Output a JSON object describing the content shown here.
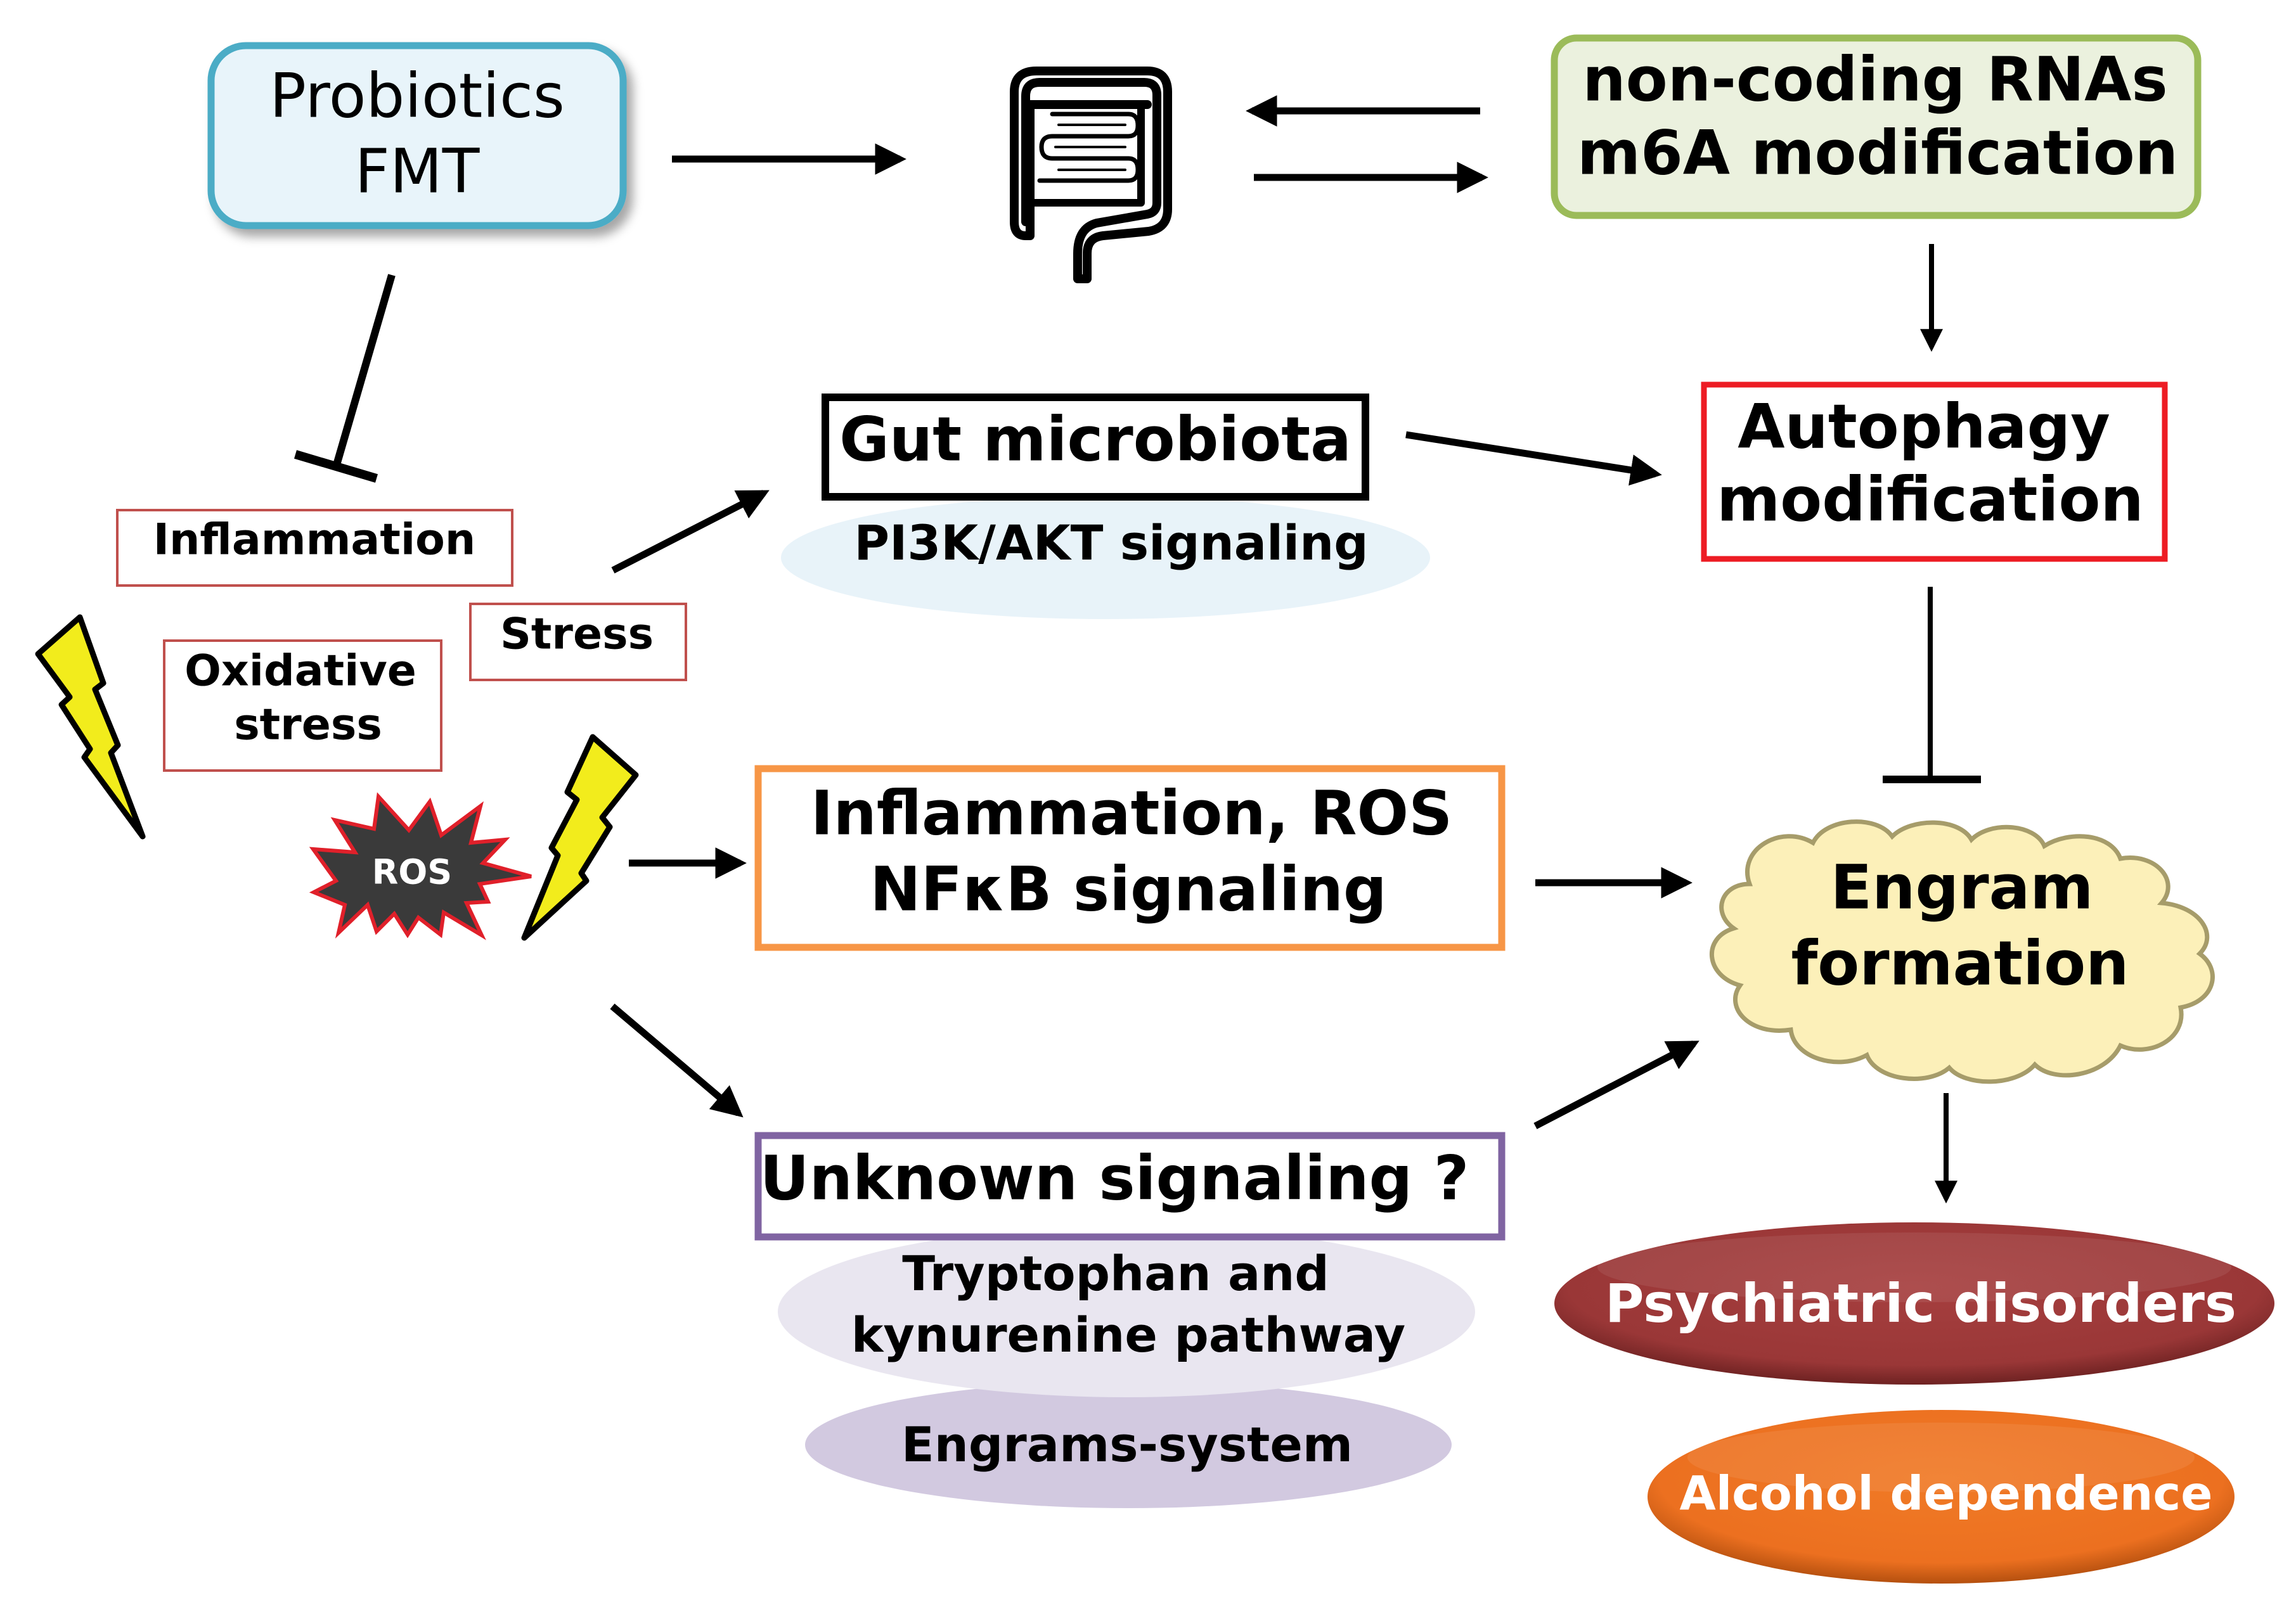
{
  "nodes": {
    "probiotics": {
      "line1": "Probiotics",
      "line2": "FMT",
      "border": "#4bacc6",
      "fill": "#e8f4fa"
    },
    "gut_icon": {
      "label": "intestine-icon"
    },
    "noncoding": {
      "line1": "non-coding RNAs",
      "line2": "m6A modification",
      "border": "#9bbb59",
      "fill": "#ebf1de"
    },
    "inflammation": {
      "label": "Inflammation",
      "border": "#c0504d"
    },
    "stress": {
      "label": "Stress",
      "border": "#c0504d"
    },
    "oxidative": {
      "line1": "Oxidative",
      "line2": "stress",
      "border": "#c0504d"
    },
    "ros": {
      "label": "ROS",
      "fill": "#3a3a3a",
      "border": "#e0202a"
    },
    "gut_microbiota": {
      "label": "Gut microbiota",
      "border": "#000000"
    },
    "pi3k": {
      "label": "PI3K/AKT signaling",
      "fill": "#e8f3f9"
    },
    "autophagy": {
      "line1": "Autophagy",
      "line2": "modification",
      "border": "#ed1c24"
    },
    "inflammation_ros": {
      "line1": "Inflammation, ROS",
      "line2": "NFκB signaling",
      "border": "#f79646"
    },
    "unknown": {
      "label": "Unknown signaling ?",
      "border": "#8064a2"
    },
    "tryptophan": {
      "line1": "Tryptophan  and",
      "line2": "kynurenine  pathway",
      "fill": "#e9e6f0"
    },
    "engrams_system": {
      "label": "Engrams-system",
      "fill": "#d2c9e0"
    },
    "engram": {
      "line1": "Engram",
      "line2": "formation",
      "fill": "#fcf0b9",
      "border": "#a69c6a"
    },
    "psychiatric": {
      "label": "Psychiatric disorders",
      "fill": "#9e3a3a"
    },
    "alcohol": {
      "label": "Alcohol  dependence",
      "fill": "#ef7422"
    }
  },
  "edges": [
    {
      "from": "probiotics",
      "to": "gut_icon",
      "type": "activate"
    },
    {
      "from": "noncoding",
      "to": "gut_icon",
      "type": "activate"
    },
    {
      "from": "gut_icon",
      "to": "noncoding",
      "type": "activate"
    },
    {
      "from": "probiotics",
      "to": "inflammation",
      "type": "inhibit"
    },
    {
      "from": "stress",
      "to": "gut_microbiota",
      "type": "activate"
    },
    {
      "from": "gut_microbiota",
      "to": "autophagy",
      "type": "activate"
    },
    {
      "from": "noncoding",
      "to": "autophagy",
      "type": "activate"
    },
    {
      "from": "autophagy",
      "to": "engram",
      "type": "inhibit"
    },
    {
      "from": "ros",
      "to": "inflammation_ros",
      "type": "activate"
    },
    {
      "from": "inflammation_ros",
      "to": "engram",
      "type": "activate"
    },
    {
      "from": "ros",
      "to": "unknown",
      "type": "activate"
    },
    {
      "from": "unknown",
      "to": "engram",
      "type": "activate"
    },
    {
      "from": "engram",
      "to": "psychiatric",
      "type": "activate"
    }
  ],
  "icons": {
    "lightning_color": "#f2ec1c"
  }
}
